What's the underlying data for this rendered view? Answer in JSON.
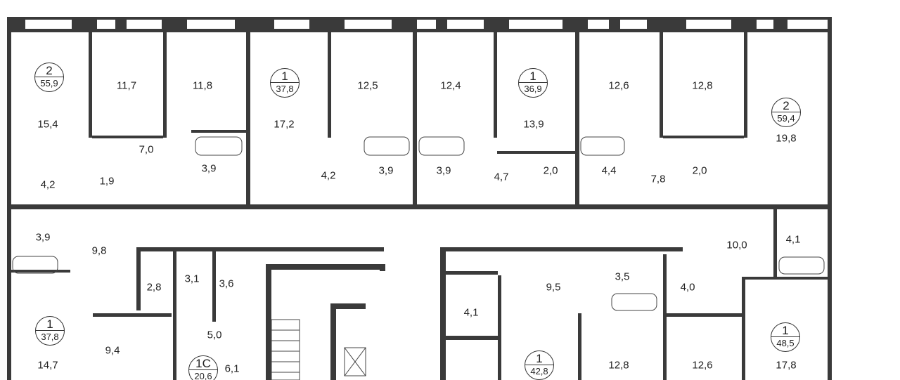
{
  "apartments": [
    {
      "rooms": "2",
      "area": "55,9"
    },
    {
      "rooms": "1",
      "area": "37,8"
    },
    {
      "rooms": "1",
      "area": "36,9"
    },
    {
      "rooms": "2",
      "area": "59,4"
    },
    {
      "rooms": "1",
      "area": "37,8"
    },
    {
      "rooms": "1",
      "area": "42,8"
    },
    {
      "rooms": "1",
      "area": "48,5"
    },
    {
      "rooms": "1С",
      "area": "20,6"
    }
  ],
  "rooms": [
    "15,4",
    "11,7",
    "11,8",
    "17,2",
    "12,5",
    "12,4",
    "13,9",
    "12,6",
    "12,8",
    "19,8",
    "7,0",
    "4,2",
    "1,9",
    "3,9",
    "4,2",
    "3,9",
    "3,9",
    "4,7",
    "2,0",
    "4,4",
    "7,8",
    "2,0",
    "3,9",
    "9,8",
    "2,8",
    "3,1",
    "3,6",
    "5,0",
    "6,1",
    "14,7",
    "9,4",
    "4,1",
    "9,5",
    "3,5",
    "4,0",
    "10,0",
    "4,1",
    "12,8",
    "12,6",
    "17,8"
  ]
}
